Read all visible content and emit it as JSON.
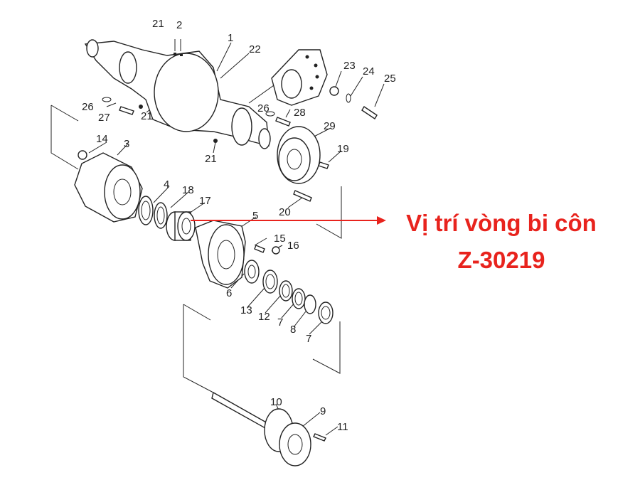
{
  "callout": {
    "line1": "Vị trí vòng bi côn",
    "line2": "Z-30219",
    "color": "#e8231d"
  },
  "part_numbers": {
    "p1": "1",
    "p2": "2",
    "p3": "3",
    "p4": "4",
    "p5": "5",
    "p6": "6",
    "p7a": "7",
    "p7b": "7",
    "p8": "8",
    "p9": "9",
    "p10": "10",
    "p11": "11",
    "p12": "12",
    "p13": "13",
    "p14": "14",
    "p15": "15",
    "p16": "16",
    "p17": "17",
    "p18": "18",
    "p19": "19",
    "p20": "20",
    "p21a": "21",
    "p21b": "21",
    "p21c": "21",
    "p22": "22",
    "p23": "23",
    "p24": "24",
    "p25": "25",
    "p26a": "26",
    "p26b": "26",
    "p27": "27",
    "p28": "28",
    "p29": "29"
  }
}
